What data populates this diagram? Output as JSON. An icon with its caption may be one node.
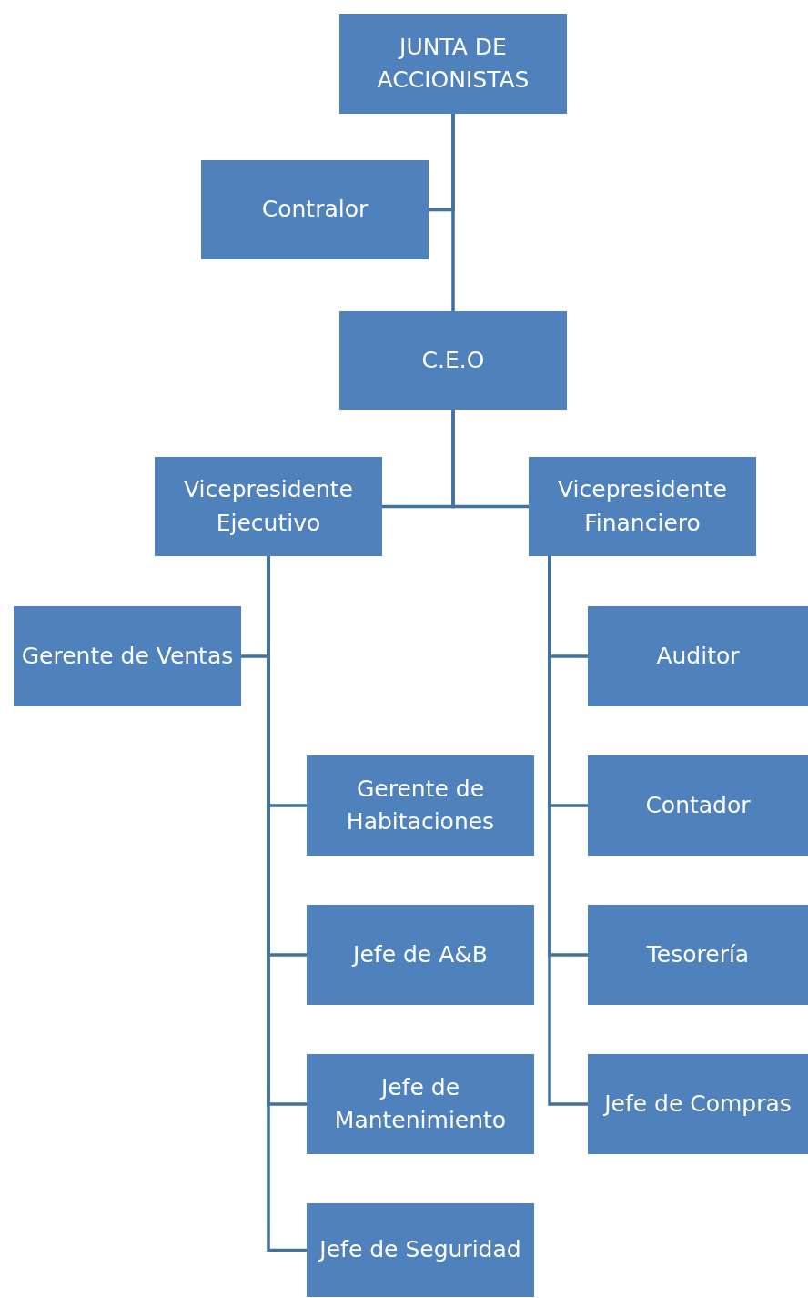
{
  "diagram": {
    "nodes": [
      {
        "text": [
          "JUNTA DE ACCIONISTAS"
        ]
      },
      {
        "text": [
          "Contralor"
        ]
      },
      {
        "text": [
          "C.E.O"
        ]
      },
      {
        "text": [
          "Vicepresidente Ejecutivo"
        ]
      },
      {
        "text": [
          "Vicepresidente Financiero"
        ]
      },
      {
        "text": [
          "Gerente de Ventas"
        ]
      },
      {
        "text": [
          "Gerente de Habitaciones"
        ]
      },
      {
        "text": [
          "Jefe de A&B"
        ]
      },
      {
        "text": [
          "Jefe de Mantenimiento"
        ]
      },
      {
        "text": [
          "Jefe de Seguridad"
        ]
      },
      {
        "text": [
          "Auditor"
        ]
      },
      {
        "text": [
          "Contador"
        ]
      },
      {
        "text": [
          "Tesorería"
        ]
      },
      {
        "text": [
          "Jefe de Compras"
        ]
      }
    ],
    "edges": [
      {
        "from": 0,
        "to": 1,
        "arrow": "none"
      },
      {
        "from": 0,
        "to": 2,
        "arrow": "none"
      },
      {
        "from": 2,
        "to": 3,
        "arrow": "none"
      },
      {
        "from": 2,
        "to": 4,
        "arrow": "none"
      },
      {
        "from": 3,
        "to": 5,
        "arrow": "none"
      },
      {
        "from": 3,
        "to": 6,
        "arrow": "none"
      },
      {
        "from": 3,
        "to": 7,
        "arrow": "none"
      },
      {
        "from": 3,
        "to": 8,
        "arrow": "none"
      },
      {
        "from": 3,
        "to": 9,
        "arrow": "none"
      },
      {
        "from": 4,
        "to": 10,
        "arrow": "none"
      },
      {
        "from": 4,
        "to": 11,
        "arrow": "none"
      },
      {
        "from": 4,
        "to": 12,
        "arrow": "none"
      },
      {
        "from": 4,
        "to": 13,
        "arrow": "none"
      }
    ]
  }
}
